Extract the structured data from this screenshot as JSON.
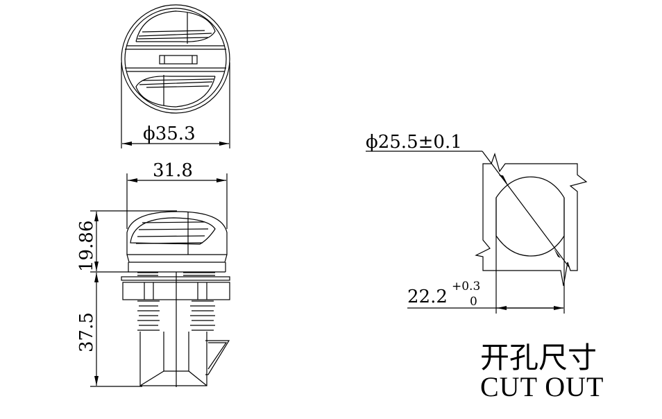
{
  "drawing": {
    "top_view": {
      "diameter_label": "ϕ35.3"
    },
    "side_view": {
      "width_label": "31.8",
      "head_height_label": "19.86",
      "body_height_label": "37.5"
    },
    "cutout": {
      "diameter_label": "ϕ25.5±0.1",
      "flat_width_label": "22.2",
      "flat_tol_upper": "+0.3",
      "flat_tol_lower": "0",
      "title_cn": "开孔尺寸",
      "title_en": "CUT OUT"
    }
  }
}
